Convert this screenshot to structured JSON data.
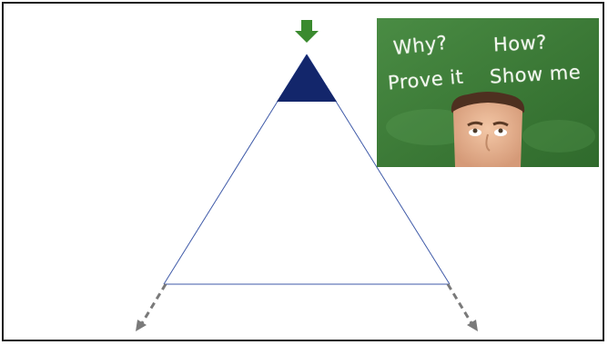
{
  "diagram": {
    "arrow_color": "#3a8a2e",
    "apex_color": "#13266b",
    "line_color": "#3f5aa8",
    "dash_color": "#7a7a7a"
  },
  "photo": {
    "board_color": "#3f7d3a",
    "words": [
      "Why?",
      "How?",
      "Prove it",
      "Show me"
    ]
  }
}
